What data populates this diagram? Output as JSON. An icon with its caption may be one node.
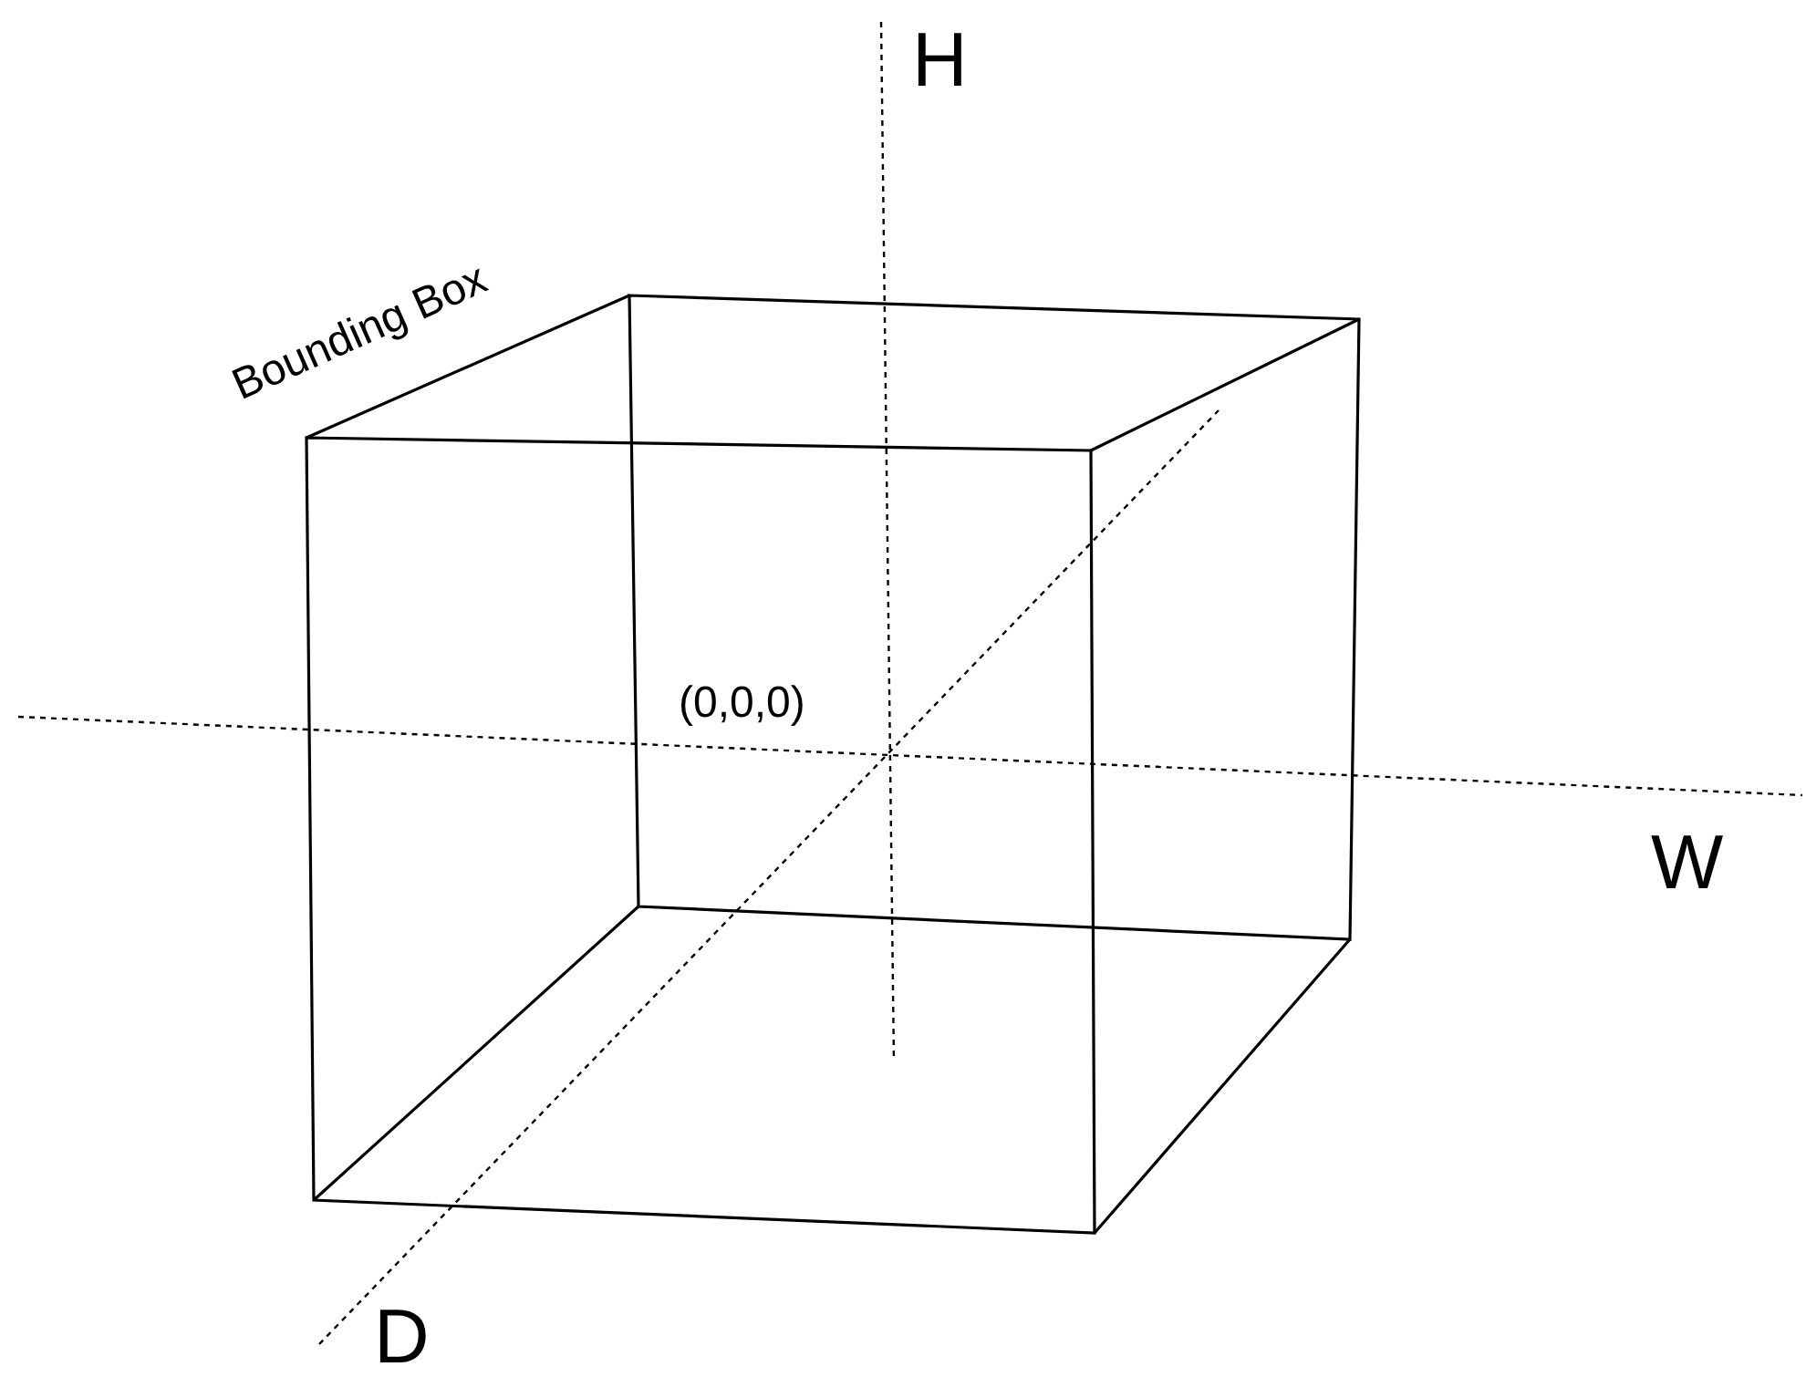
{
  "diagram": {
    "labels": [
      "H",
      "Bounding Box",
      "(0,0,0)",
      "W",
      "D"
    ]
  }
}
